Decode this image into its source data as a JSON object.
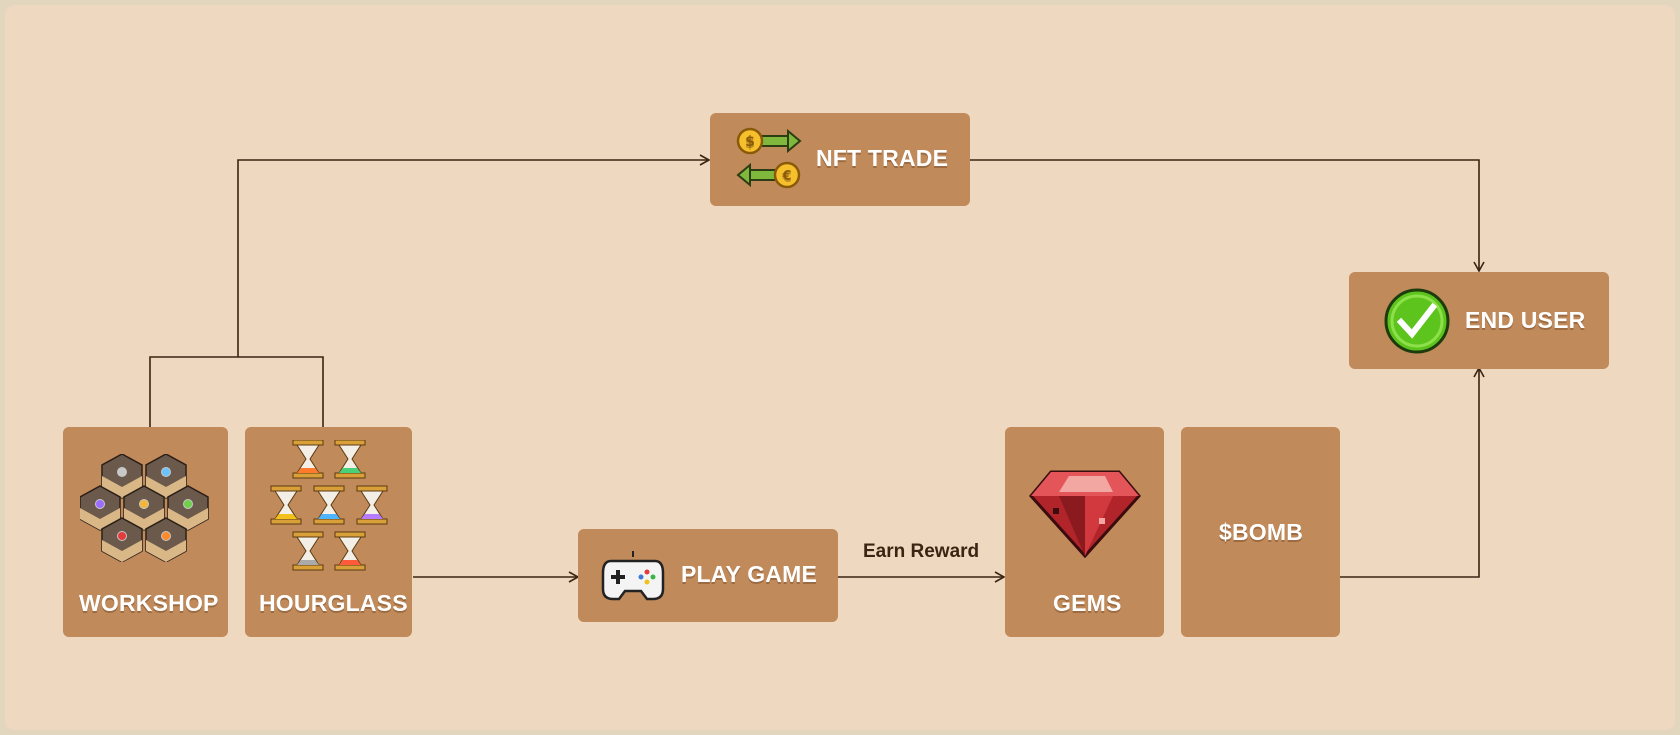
{
  "nodes": {
    "nft_trade": "NFT TRADE",
    "end_user": "END USER",
    "workshop": "WORKSHOP",
    "hourglass": "HOURGLASS",
    "play_game": "PLAY GAME",
    "gems": "GEMS",
    "bomb": "$BOMB"
  },
  "edges": {
    "earn_reward": "Earn Reward"
  },
  "colors": {
    "background": "#efd8c0",
    "node": "#c08a5b",
    "line": "#3a2412",
    "text": "#ffffff"
  },
  "icons": {
    "nft_trade": "coin-exchange-icon",
    "end_user": "checkmark-icon",
    "play_game": "gamepad-icon",
    "gems": "ruby-gem-icon",
    "workshop": "workshop-rooms-icon",
    "hourglass": "hourglasses-icon"
  }
}
